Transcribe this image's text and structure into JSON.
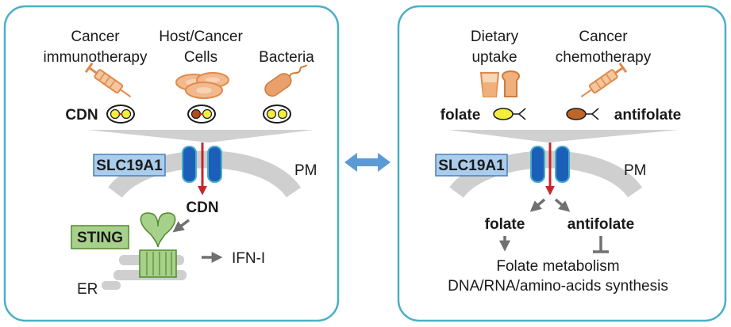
{
  "left_panel": {
    "sources": [
      {
        "line1": "Cancer",
        "line2": "immunotherapy",
        "icon": "syringe-icon"
      },
      {
        "line1": "Host/Cancer",
        "line2": "Cells",
        "icon": "cells-icon"
      },
      {
        "line1": "",
        "line2": "Bacteria",
        "icon": "bacteria-icon"
      }
    ],
    "cdn_label": "CDN",
    "transporter": "SLC19A1",
    "membrane": "PM",
    "cdn_inside": "CDN",
    "sting": "STING",
    "ifn": "IFN-I",
    "er": "ER"
  },
  "right_panel": {
    "sources": [
      {
        "line1": "Dietary",
        "line2": "uptake",
        "icon": "food-icon"
      },
      {
        "line1": "Cancer",
        "line2": "chemotherapy",
        "icon": "syringe-icon"
      }
    ],
    "folate": "folate",
    "antifolate": "antifolate",
    "transporter": "SLC19A1",
    "membrane": "PM",
    "folate_inside": "folate",
    "antifolate_inside": "antifolate",
    "metabolism": "Folate metabolism",
    "synthesis": "DNA/RNA/amino-acids synthesis"
  },
  "colors": {
    "panel_border": "#4aafc9",
    "orange": "#e08a4a",
    "yellow": "#f3ee3a",
    "transporter_blue": "#1c5fb8",
    "label_blue": "#a9cdec",
    "sting_green": "#a7d08a",
    "arrow_red": "#c8242c",
    "grey": "#cfcfcf",
    "double_arrow": "#5b9bd5"
  }
}
